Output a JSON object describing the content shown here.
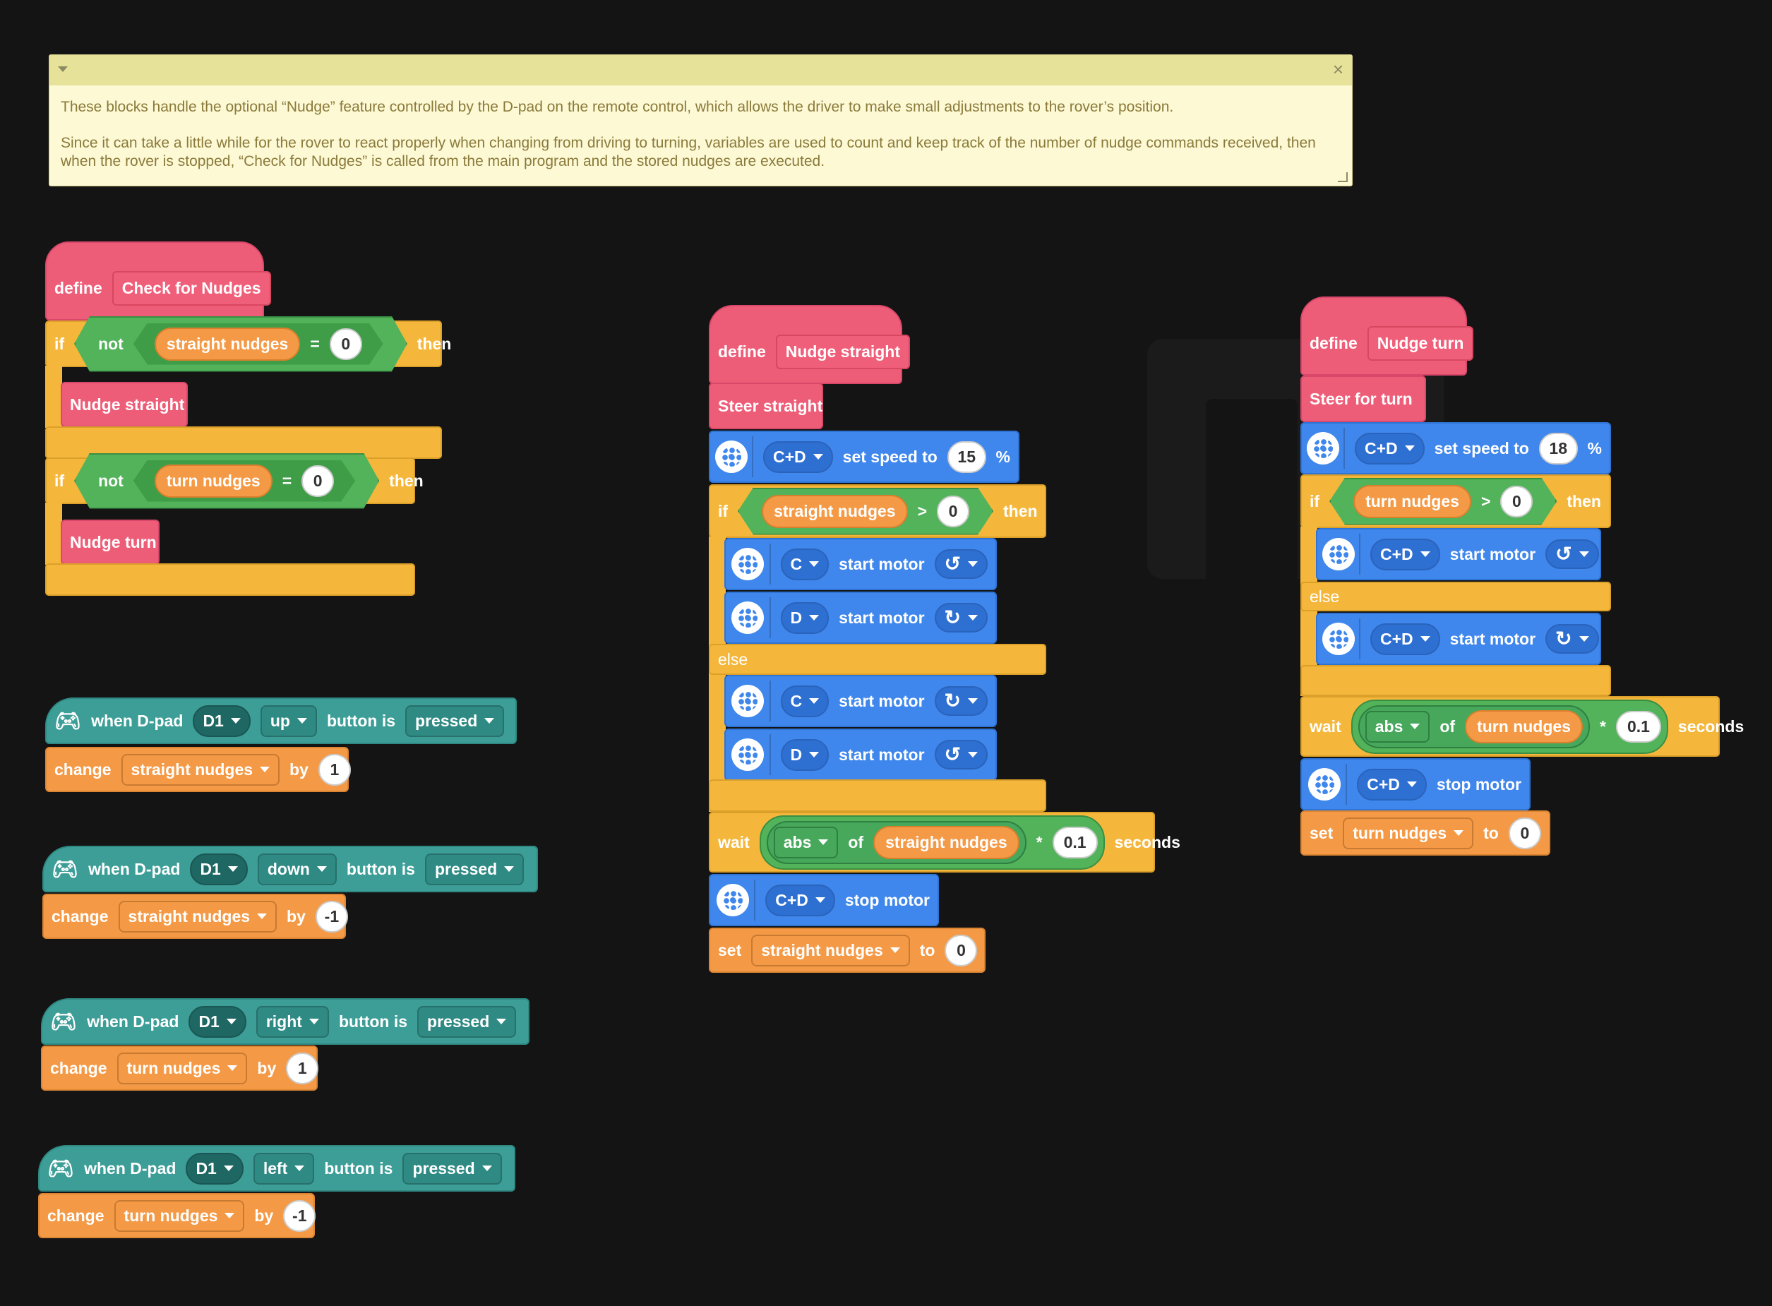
{
  "comment": {
    "lines": [
      "These blocks handle the optional “Nudge” feature controlled by the D-pad on the remote control, which allows the driver to make small adjustments to the rover’s position.",
      "Since it can take a little while for the rover to react properly when changing from driving to turning, variables are used to count and keep track of the number of nudge commands received, then when the rover is stopped, “Check for Nudges” is called from the main program and the stored nudges are executed."
    ]
  },
  "kw": {
    "define": "define",
    "if": "if",
    "not": "not",
    "then": "then",
    "else": "else",
    "wait": "wait",
    "of": "of",
    "seconds": "seconds",
    "change": "change",
    "by": "by",
    "set": "set",
    "to": "to",
    "when_dpad": "when D-pad",
    "button_is": "button is",
    "set_speed": "set speed to",
    "percent": "%",
    "start_motor": "start motor",
    "stop_motor": "stop motor",
    "eq": "=",
    "gt": ">",
    "times": "*"
  },
  "names": {
    "check": "Check for Nudges",
    "nudge_straight": "Nudge straight",
    "nudge_turn": "Nudge turn",
    "steer_straight": "Steer straight",
    "steer_turn": "Steer for turn",
    "straight_var": "straight nudges",
    "turn_var": "turn nudges",
    "abs": "abs",
    "cd": "C+D",
    "c": "C",
    "d": "D",
    "d1": "D1",
    "up": "up",
    "down": "down",
    "right": "right",
    "left": "left",
    "pressed": "pressed"
  },
  "values": {
    "zero": "0",
    "one": "1",
    "neg_one": "-1",
    "speed15": "15",
    "speed18": "18",
    "tenth": "0.1"
  },
  "icons": {
    "motor": "motor-icon",
    "gamepad": "gamepad-icon",
    "ccw": "counterclockwise-icon",
    "cw": "clockwise-icon"
  },
  "colors": {
    "define": "#ee5d78",
    "control": "#f5b73b",
    "variable": "#f49a46",
    "motor": "#3f87ec",
    "remote": "#3d9e98",
    "operator": "#52b35a"
  }
}
